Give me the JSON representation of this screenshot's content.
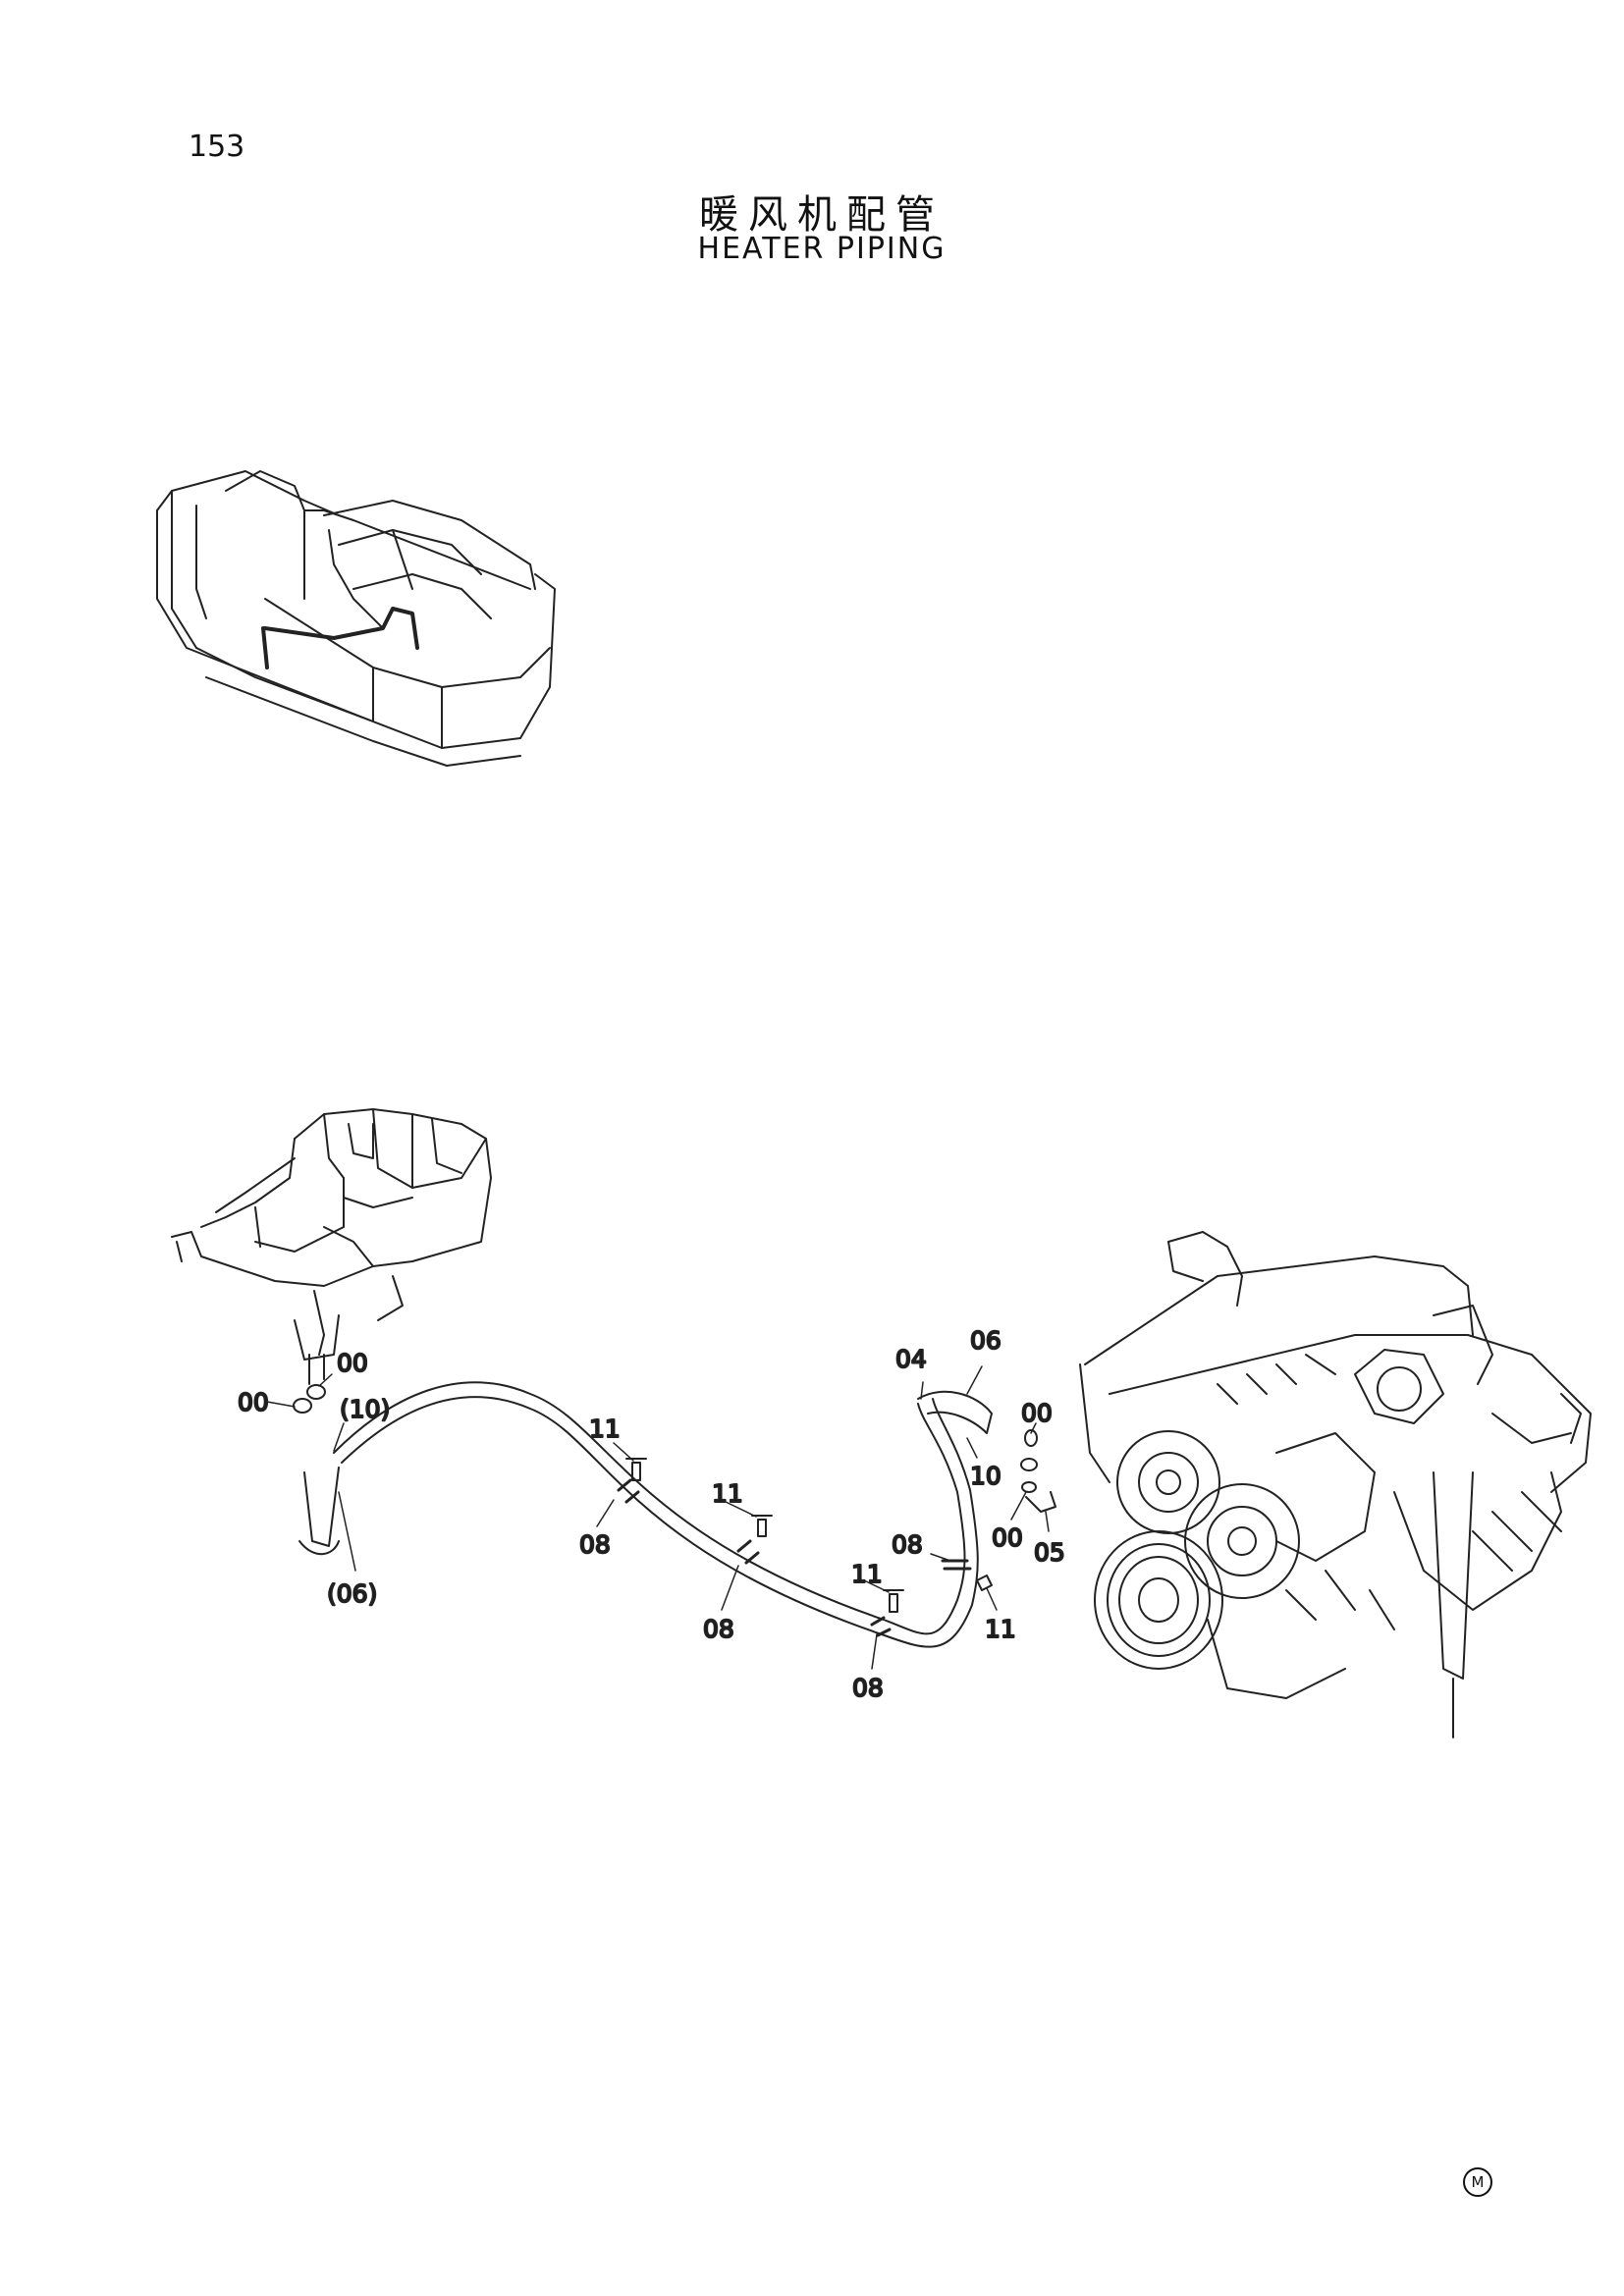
{
  "page": {
    "number": "153",
    "title_cn": "暖风机配管",
    "title_en": "HEATER PIPING",
    "corner_mark": "M"
  },
  "callouts": [
    {
      "id": "c00a",
      "text": "00"
    },
    {
      "id": "c00b",
      "text": "00"
    },
    {
      "id": "c10p",
      "text": "(10)"
    },
    {
      "id": "c06p",
      "text": "(06)"
    },
    {
      "id": "c11a",
      "text": "11"
    },
    {
      "id": "c08a",
      "text": "08"
    },
    {
      "id": "c11b",
      "text": "11"
    },
    {
      "id": "c08b",
      "text": "08"
    },
    {
      "id": "c11c",
      "text": "11"
    },
    {
      "id": "c08c",
      "text": "08"
    },
    {
      "id": "c08d",
      "text": "08"
    },
    {
      "id": "c11d",
      "text": "11"
    },
    {
      "id": "c04",
      "text": "04"
    },
    {
      "id": "c06",
      "text": "06"
    },
    {
      "id": "c00c",
      "text": "00"
    },
    {
      "id": "c10",
      "text": "10"
    },
    {
      "id": "c00d",
      "text": "00"
    },
    {
      "id": "c05",
      "text": "05"
    }
  ]
}
